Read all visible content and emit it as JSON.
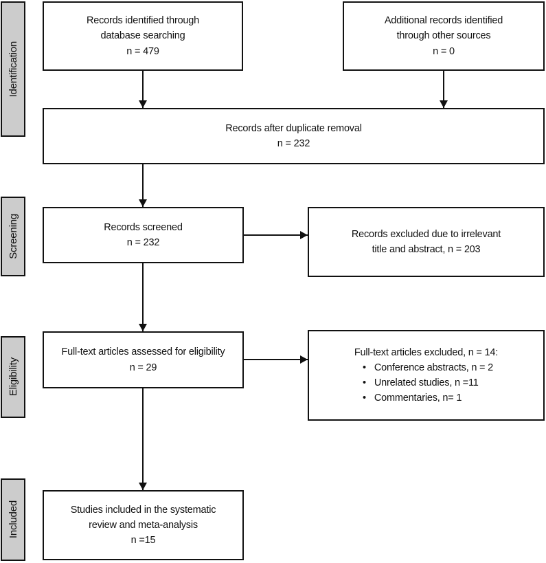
{
  "sidebar": [
    {
      "label": "Identification"
    },
    {
      "label": "Screening"
    },
    {
      "label": "Eligibility"
    },
    {
      "label": "Included"
    }
  ],
  "boxes": {
    "db_search": {
      "lines": [
        "Records identified through",
        "database searching",
        "n = 479"
      ]
    },
    "other_sources": {
      "lines": [
        "Additional records identified",
        "through other sources",
        "n = 0"
      ]
    },
    "after_duplicates": {
      "lines": [
        "Records after duplicate removal",
        "n = 232"
      ]
    },
    "screened": {
      "lines": [
        "Records screened",
        "n = 232"
      ]
    },
    "excluded_screening": {
      "lines": [
        "Records excluded due to irrelevant",
        "title and abstract, n = 203"
      ]
    },
    "fulltext_assessed": {
      "lines": [
        "Full-text articles assessed for eligibility",
        "n = 29"
      ]
    },
    "fulltext_excluded": {
      "title": "Full-text articles excluded, n = 14:",
      "bullet_glyph": "•",
      "items": [
        "Conference abstracts, n = 2",
        "Unrelated studies, n =11",
        "Commentaries, n= 1"
      ]
    },
    "included_studies": {
      "lines": [
        "Studies included in the systematic",
        "review and meta-analysis",
        "n =15"
      ]
    }
  },
  "colors": {
    "box_border": "#111111",
    "sidebar_fill": "#cccccc",
    "arrow": "#111111",
    "background": "#ffffff",
    "text": "#111111"
  }
}
